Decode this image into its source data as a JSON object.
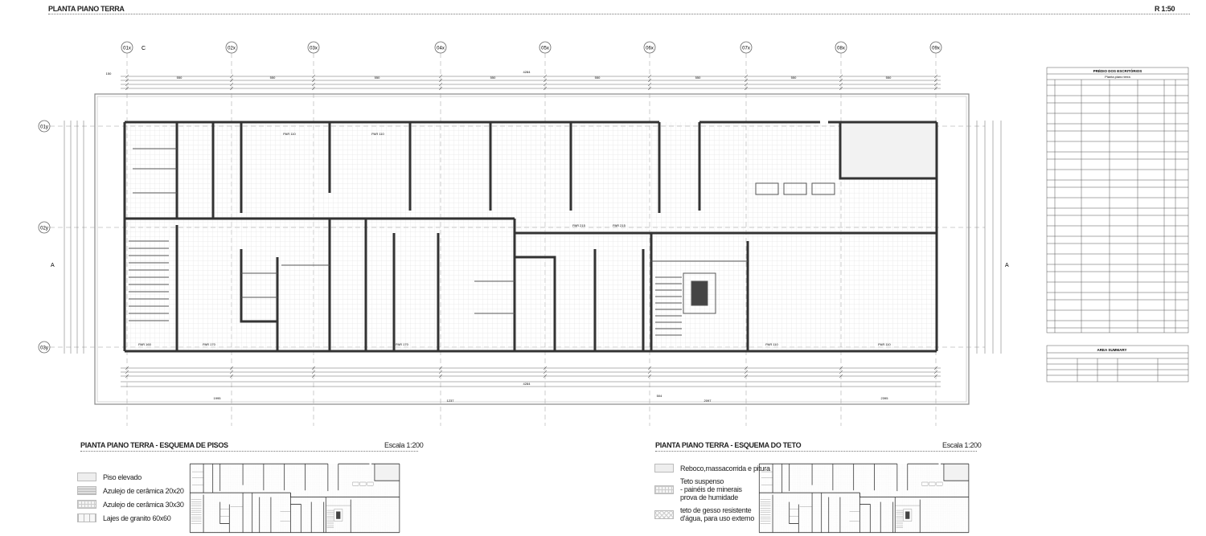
{
  "sheet": {
    "title": "PLANTA PIANO TERRA",
    "scale": "R 1:50"
  },
  "grid": {
    "x_axes": [
      "01x",
      "02x",
      "03x",
      "04x",
      "05x",
      "06x",
      "07x",
      "08x",
      "09x"
    ],
    "y_axes": [
      "01y",
      "02y",
      "03y"
    ],
    "section_marks": [
      "C",
      "A"
    ]
  },
  "dimensions": {
    "overall": "4284",
    "bay": "550",
    "offset": "150",
    "bottom": [
      "1995",
      "1237",
      "504",
      "2097",
      "2395"
    ]
  },
  "rooms": [
    "PAR 110",
    "PAR 110",
    "PAR 215",
    "PAR 215",
    "PAR 170",
    "PAR 170",
    "PAR 160",
    "PAR 110",
    "PAR 110"
  ],
  "schedule": {
    "title": "PRÉDIO DOS ESCRITÓRIOS",
    "subtitle": "Planta piano terra"
  },
  "area_summary": {
    "title": "AREA SUMMARY"
  },
  "floor_scheme": {
    "title": "PIANTA PIANO TERRA - ESQUEMA DE PISOS",
    "scale": "Escala 1:200",
    "legend": [
      "Piso elevado",
      "Azulejo de cerâmica 20x20",
      "Azulejo de cerâmica 30x30",
      "Lajes de granito 60x60"
    ]
  },
  "ceiling_scheme": {
    "title": "PIANTA PIANO TERRA - ESQUEMA DO TETO",
    "scale": "Escala 1:200",
    "legend": [
      "Reboco,massacorrida e pitura",
      "Teto suspenso\n- painéis de minerais\nprova de humidade",
      "teto de gesso resistente\nd'água, para uso externo"
    ]
  }
}
